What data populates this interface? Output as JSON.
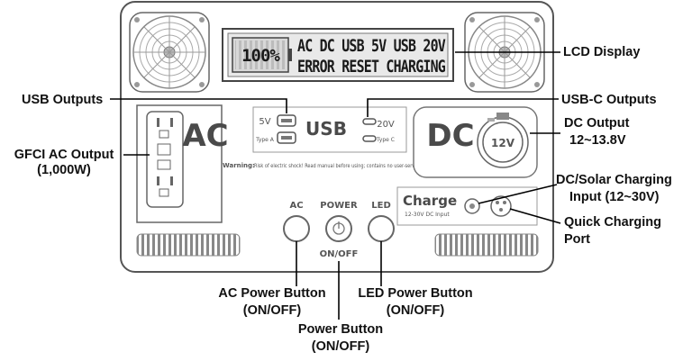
{
  "lcd": {
    "battery_text": "100%",
    "line1": "AC  DC  USB 5V  USB 20V",
    "line2": "ERROR  RESET  CHARGING"
  },
  "panel": {
    "ac_label": "AC",
    "dc_label": "DC",
    "usb_label": "USB",
    "usb_left_volt": "5V",
    "usb_left_type": "Type A",
    "usb_right_volt": "20V",
    "usb_right_type": "Type C",
    "dc_socket_label": "12V",
    "warning_bold": "Warning:",
    "warning_text": "Risk of electric shock! Read manual before using; contains no user-serviceable parts.",
    "charge_title": "Charge",
    "charge_sub": "12-30V DC Input",
    "btn_ac": "AC",
    "btn_power": "POWER",
    "btn_led": "LED",
    "onoff": "ON/OFF"
  },
  "callouts": {
    "lcd_display": "LCD Display",
    "usb_outputs": "USB Outputs",
    "usbc_outputs": "USB-C Outputs",
    "gfci_line1": "GFCI AC Output",
    "gfci_line2": "(1,000W)",
    "dc_output_line1": "DC Output",
    "dc_output_line2": "12~13.8V",
    "solar_line1": "DC/Solar Charging",
    "solar_line2": "Input (12~30V)",
    "quick_line1": "Quick Charging",
    "quick_line2": "Port",
    "ac_btn_line1": "AC Power Button",
    "ac_btn_line2": "(ON/OFF)",
    "led_btn_line1": "LED Power Button",
    "led_btn_line2": "(ON/OFF)",
    "power_btn_line1": "Power Button",
    "power_btn_line2": "(ON/OFF)"
  }
}
